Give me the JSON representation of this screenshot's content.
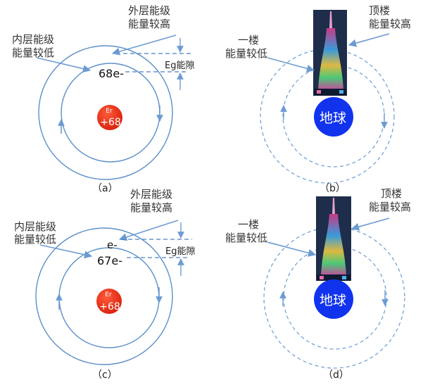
{
  "colors": {
    "orbit": "#5b8fc7",
    "arrow": "#6c9bd2",
    "nucleus": "#e0321a",
    "earth": "#1133ee",
    "tower_bg": "#1d2d4a"
  },
  "panel_a": {
    "outer_label_l1": "外层能级",
    "outer_label_l2": "能量较高",
    "inner_label_l1": "内层能级",
    "inner_label_l2": "能量较低",
    "electrons": "68e-",
    "gap_label": "Eg能隙",
    "nucleus_symbol": "Er",
    "nucleus_charge": "+68",
    "caption": "（a）"
  },
  "panel_b": {
    "top_label_l1": "顶楼",
    "top_label_l2": "能量较高",
    "bottom_label_l1": "一楼",
    "bottom_label_l2": "能量较低",
    "earth_label": "地球",
    "caption": "（b）"
  },
  "panel_c": {
    "outer_label_l1": "外层能级",
    "outer_label_l2": "能量较高",
    "inner_label_l1": "内层能级",
    "inner_label_l2": "能量较低",
    "outer_electron": "e-",
    "electrons": "67e-",
    "gap_label": "Eg能隙",
    "nucleus_symbol": "Er",
    "nucleus_charge": "+68",
    "caption": "（c）"
  },
  "panel_d": {
    "top_label_l1": "顶楼",
    "top_label_l2": "能量较高",
    "bottom_label_l1": "一楼",
    "bottom_label_l2": "能量较低",
    "earth_label": "地球",
    "caption": "（d）"
  }
}
